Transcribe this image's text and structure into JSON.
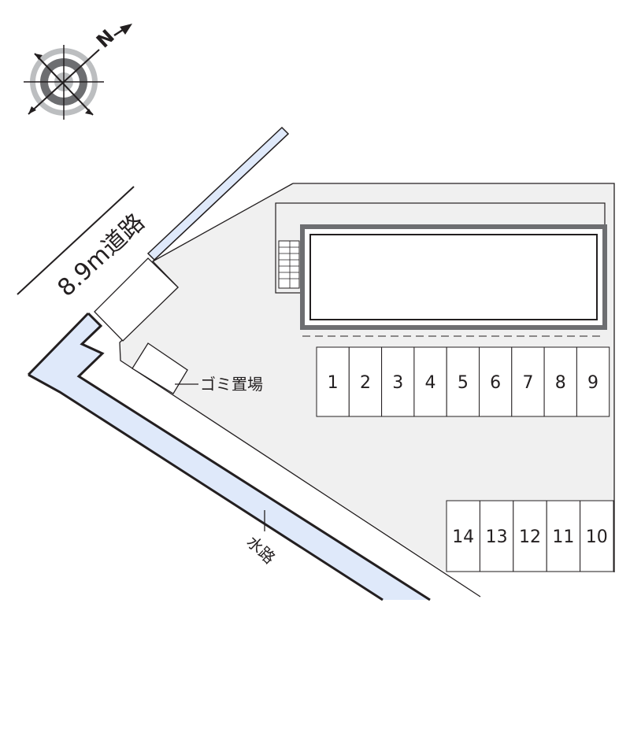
{
  "road_label": "8.9m道路",
  "garbage_label": "ゴミ置場",
  "waterway_label": "水路",
  "compass": {
    "north_label": "N"
  },
  "parking_row_top": [
    "1",
    "2",
    "3",
    "4",
    "5",
    "6",
    "7",
    "8",
    "9"
  ],
  "parking_row_bottom": [
    "14",
    "13",
    "12",
    "11",
    "10"
  ],
  "colors": {
    "lot_fill": "#f0f0f0",
    "water_fill": "#dfe9fa",
    "ink": "#231f20",
    "building_outline": "#6d6e71"
  }
}
